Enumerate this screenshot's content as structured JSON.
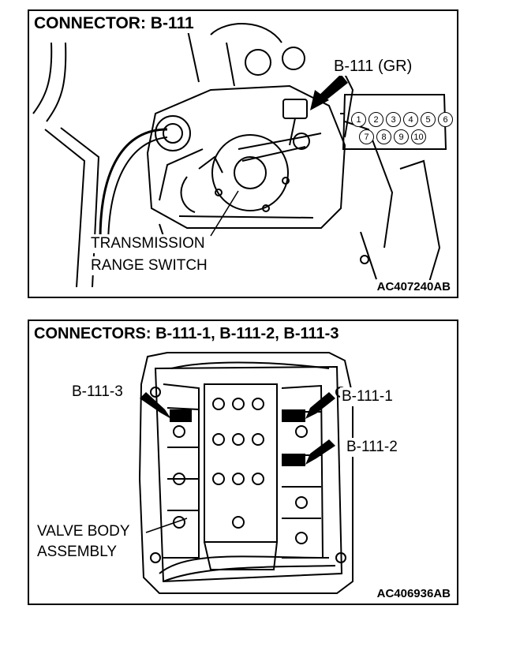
{
  "panel1": {
    "title": "CONNECTOR: B-111",
    "connector_label": "B-111 (GR)",
    "callout_line1": "TRANSMISSION",
    "callout_line2": "RANGE SWITCH",
    "figure_code": "AC407240AB",
    "pins_top": [
      "1",
      "2",
      "3",
      "4",
      "5",
      "6"
    ],
    "pins_bottom": [
      "7",
      "8",
      "9",
      "10"
    ]
  },
  "panel2": {
    "title": "CONNECTORS: B-111-1, B-111-2,  B-111-3",
    "label_b111_3": "B-111-3",
    "label_b111_1": "B-111-1",
    "label_b111_2": "B-111-2",
    "callout_line1": "VALVE BODY",
    "callout_line2": "ASSEMBLY",
    "figure_code": "AC406936AB"
  }
}
